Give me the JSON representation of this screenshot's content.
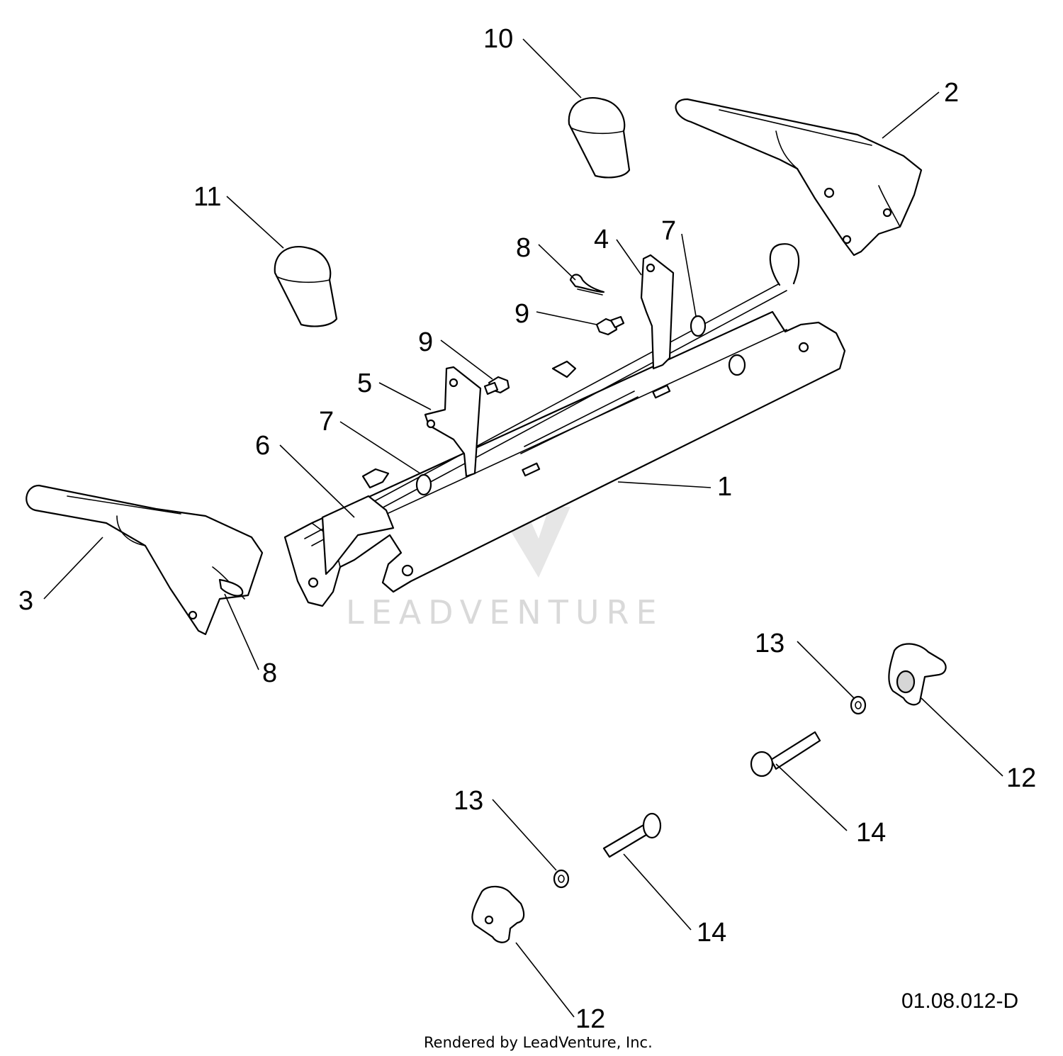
{
  "diagram": {
    "reference_code": "01.08.012-D",
    "credit": "Rendered by LeadVenture, Inc.",
    "watermark": "LEADVENTURE",
    "callouts": {
      "c1": "1",
      "c2": "2",
      "c3": "3",
      "c4": "4",
      "c5": "5",
      "c6": "6",
      "c7a": "7",
      "c7b": "7",
      "c8a": "8",
      "c8b": "8",
      "c9a": "9",
      "c9b": "9",
      "c10": "10",
      "c11": "11",
      "c12a": "12",
      "c12b": "12",
      "c13a": "13",
      "c13b": "13",
      "c14a": "14",
      "c14b": "14"
    }
  }
}
